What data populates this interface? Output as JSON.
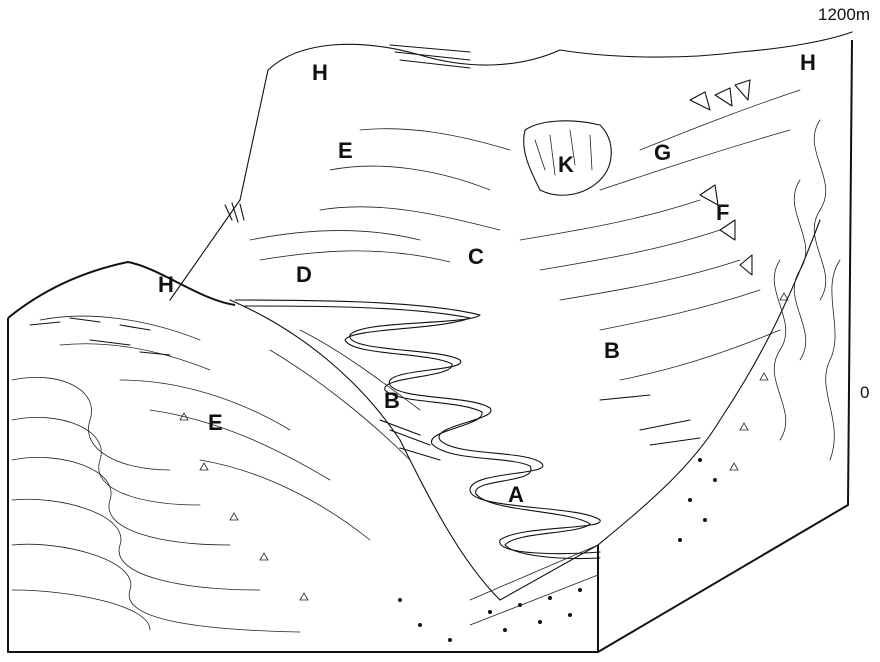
{
  "scale": {
    "top": "1200m",
    "bottom": "0"
  },
  "labels": {
    "h_back": "H",
    "h_right": "H",
    "h_front": "H",
    "e_back": "E",
    "e_front": "E",
    "k": "K",
    "g": "G",
    "f": "F",
    "c": "C",
    "d": "D",
    "b_right": "B",
    "b_left": "B",
    "a": "A"
  }
}
